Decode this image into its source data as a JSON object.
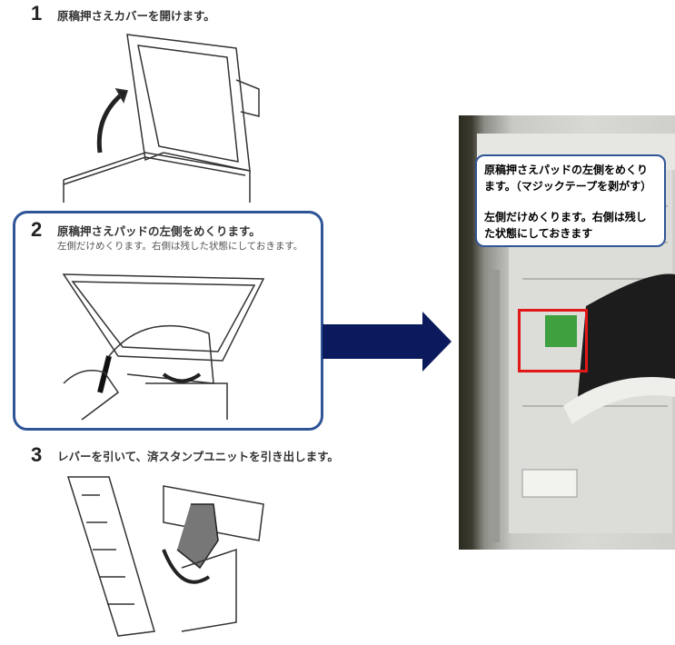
{
  "steps": [
    {
      "number": "1",
      "title": "原稿押さえカバーを開けます。"
    },
    {
      "number": "2",
      "title": "原稿押さえパッドの左側をめくります。",
      "subtitle": "左側だけめくります。右側は残した状態にしておきます。"
    },
    {
      "number": "3",
      "title": "レバーを引いて、済スタンプユニットを引き出します。"
    }
  ],
  "callout": {
    "line1": "原稿押さえパッドの左側をめくります。（マジックテープを剥がす）",
    "line2": "左側だけめくります。右側は残した状態にしておきます"
  },
  "colors": {
    "box_border": "#2f5597",
    "arrow": "#0a1a5c",
    "highlight": "#e01818"
  }
}
